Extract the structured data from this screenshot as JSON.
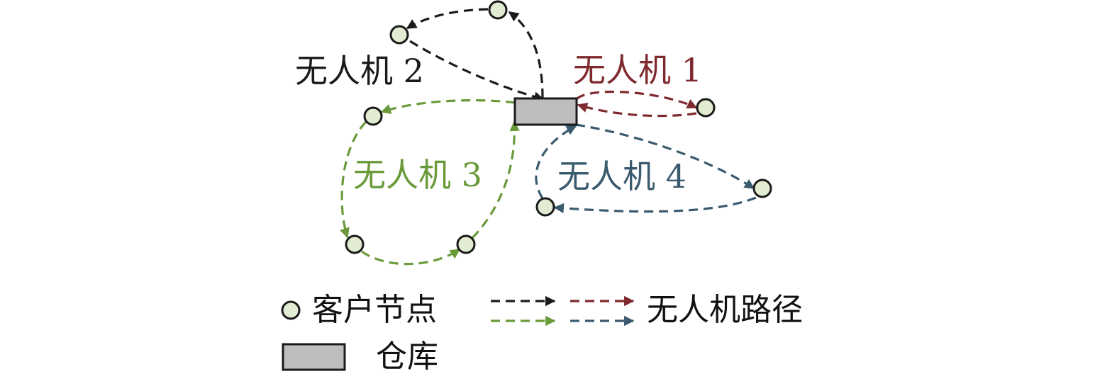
{
  "colors": {
    "black": "#1a1a1a",
    "red": "#7f2a2e",
    "green": "#6a9a3a",
    "blue": "#3a5a6e",
    "node_fill": "#e2ecd2",
    "node_stroke": "#1a1a1a",
    "warehouse_fill": "#bdbdbd"
  },
  "routes": [
    {
      "label": "无人机 2",
      "color": "#1a1a1a"
    },
    {
      "label": "无人机 1",
      "color": "#7f2a2e"
    },
    {
      "label": "无人机 3",
      "color": "#6a9a3a"
    },
    {
      "label": "无人机 4",
      "color": "#3a5a6e"
    }
  ],
  "legend": {
    "customer_node": "客户节点",
    "drone_path": "无人机路径",
    "warehouse": "仓库"
  }
}
